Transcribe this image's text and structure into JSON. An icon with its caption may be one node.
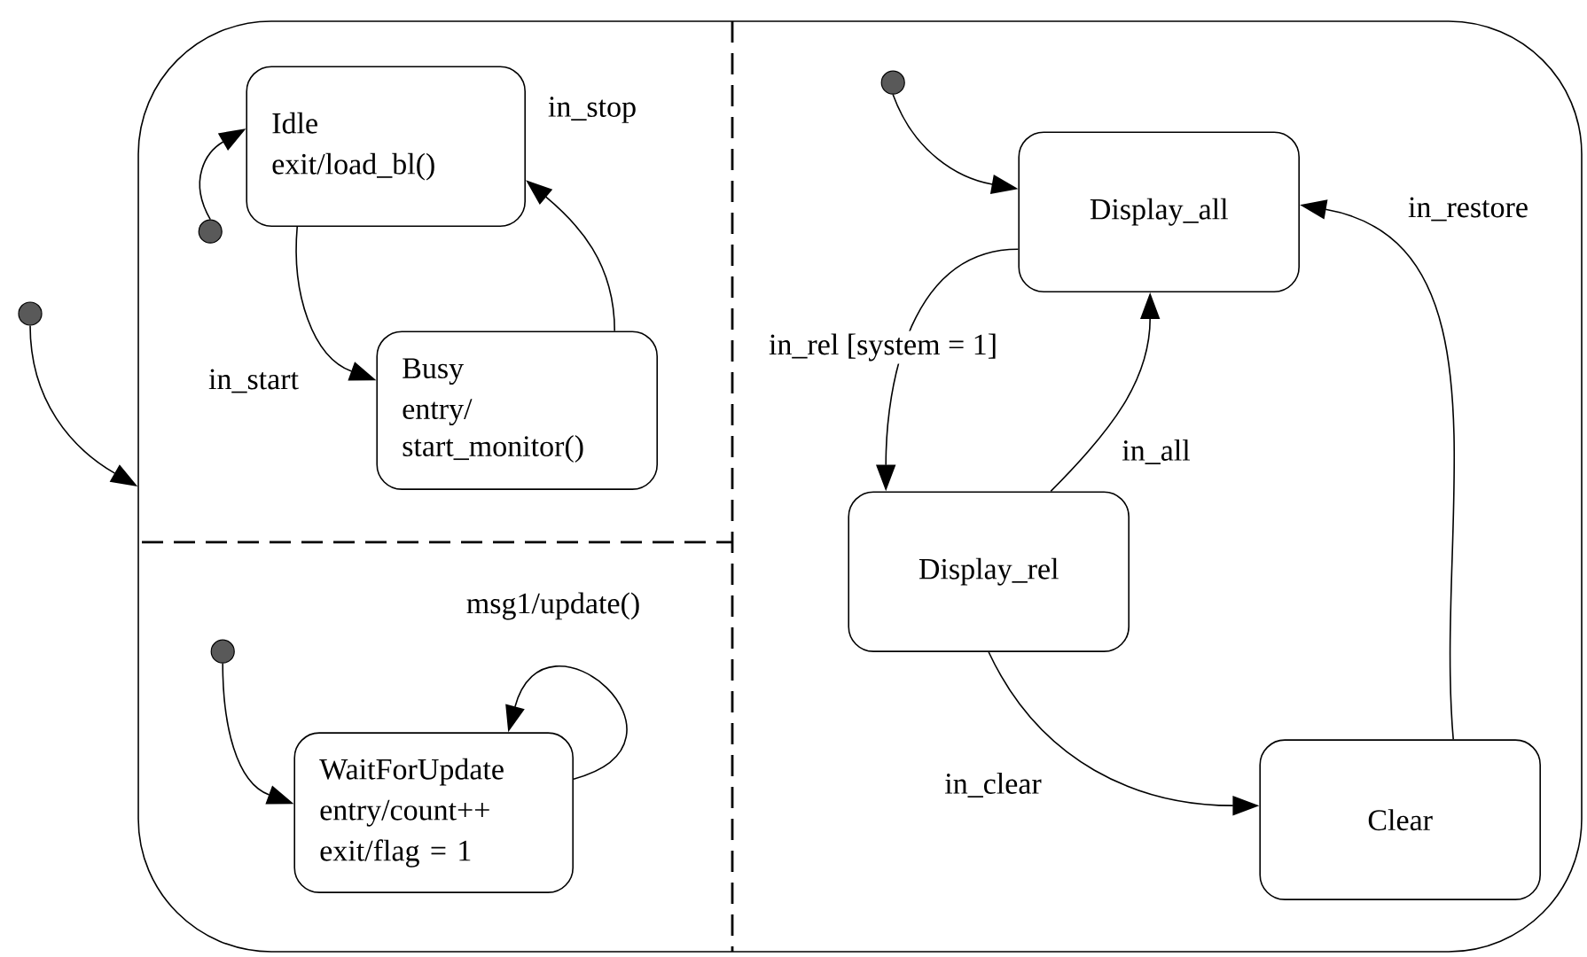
{
  "diagram": {
    "nodes": [
      {
        "text": [],
        "shape": "box"
      },
      {
        "text": [],
        "shape": "circle"
      },
      {
        "text": [
          "Idle",
          "exit/load_bl()"
        ],
        "in": 0
      },
      {
        "text": [
          "Busy",
          "entry/ start_monitor()"
        ],
        "in": 0
      },
      {
        "text": [],
        "shape": "circle",
        "in": 0
      },
      {
        "text": [],
        "shape": "circle",
        "in": 0
      },
      {
        "text": [
          "WaitForUpdate",
          "entry/count++",
          "exit/flag = 1"
        ],
        "in": 0
      },
      {
        "text": [],
        "shape": "circle",
        "in": 0
      },
      {
        "text": [
          "Display_all"
        ],
        "in": 0
      },
      {
        "text": [
          "Display_rel"
        ],
        "in": 0
      },
      {
        "text": [
          "Clear"
        ],
        "in": 0
      }
    ],
    "edges": [
      {
        "from": 1,
        "to": 0,
        "arrow": "to"
      },
      {
        "from": 4,
        "to": 2,
        "arrow": "to"
      },
      {
        "from": 2,
        "to": 3,
        "arrow": "to",
        "label": "in_start"
      },
      {
        "from": 3,
        "to": 2,
        "arrow": "to",
        "label": "in_stop"
      },
      {
        "from": 5,
        "to": 6,
        "arrow": "to"
      },
      {
        "from": 6,
        "to": 6,
        "arrow": "to",
        "label": "msg1/update()"
      },
      {
        "from": 7,
        "to": 8,
        "arrow": "to"
      },
      {
        "from": 8,
        "to": 9,
        "arrow": "to",
        "label": "in_rel [system = 1]"
      },
      {
        "from": 9,
        "to": 8,
        "arrow": "to",
        "label": "in_all"
      },
      {
        "from": 9,
        "to": 10,
        "arrow": "to",
        "label": "in_clear"
      },
      {
        "from": 10,
        "to": 8,
        "arrow": "to",
        "label": "in_restore"
      }
    ]
  }
}
